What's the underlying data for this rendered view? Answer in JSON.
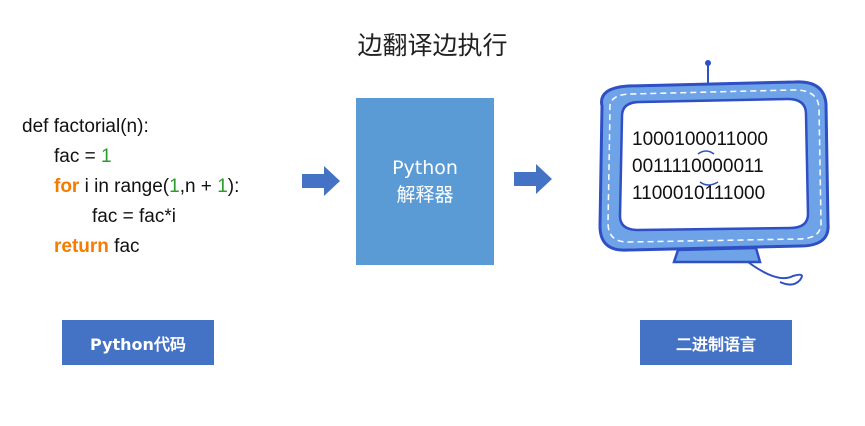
{
  "title": "边翻译边执行",
  "code": {
    "line1": "def factorial(n):",
    "line2": {
      "text": "fac = ",
      "num": "1"
    },
    "line3": {
      "kw": "for",
      "a": " i in range(",
      "n1": "1",
      "b": ",n + ",
      "n2": "1",
      "c": "):"
    },
    "line4": "fac = fac*i",
    "line5": {
      "kw": "return",
      "rest": " fac"
    }
  },
  "interpreter": {
    "line1": "Python",
    "line2": "解释器"
  },
  "binary": [
    "1000100011000",
    "0011110000011",
    "1100010111000"
  ],
  "labels": {
    "python_code": "Python代码",
    "binary_language": "二进制语言"
  },
  "colors": {
    "keyword": "#f57c00",
    "number": "#2e9b2e",
    "interpreter_box": "#5b9bd5",
    "label_box": "#4472c4",
    "arrow": "#4472c4",
    "monitor_frame": "#2f4fc4"
  }
}
